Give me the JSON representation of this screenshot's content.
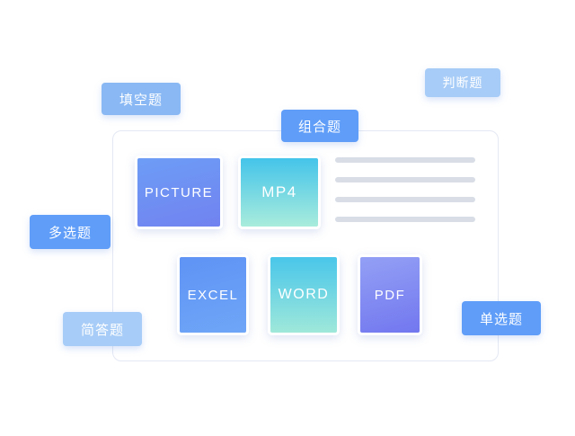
{
  "tags": [
    {
      "id": "fill-blank",
      "label": "填空题",
      "bg": "#89b8f4"
    },
    {
      "id": "judge",
      "label": "判断题",
      "bg": "#a7ccf7"
    },
    {
      "id": "combo",
      "label": "组合题",
      "bg": "#5f9df8"
    },
    {
      "id": "multi-choice",
      "label": "多选题",
      "bg": "#5f9df8"
    },
    {
      "id": "short-answer",
      "label": "简答题",
      "bg": "#a7ccf7"
    },
    {
      "id": "single-choice",
      "label": "单选题",
      "bg": "#5f9df8"
    }
  ],
  "card": {
    "tiles_top": [
      {
        "id": "picture",
        "label": "PICTURE",
        "gradient": "linear-gradient(165deg, #6d9df6 0%, #7182f0 100%)"
      },
      {
        "id": "mp4",
        "label": "MP4",
        "gradient": "linear-gradient(180deg, #44c4ea 0%, #a9ecdc 100%)"
      }
    ],
    "tiles_bottom": [
      {
        "id": "excel",
        "label": "EXCEL",
        "gradient": "linear-gradient(165deg, #5f93f5 0%, #6fa6f7 100%)"
      },
      {
        "id": "word",
        "label": "WORD",
        "gradient": "linear-gradient(180deg, #49c6ea 0%, #9fe8da 100%)"
      },
      {
        "id": "pdf",
        "label": "PDF",
        "gradient": "linear-gradient(165deg, #93a0f5 0%, #7277ef 100%)"
      }
    ],
    "placeholder_line_count": 4
  },
  "colors": {
    "tag_strong_blue": "#5f9df8",
    "tag_medium_blue": "#89b8f4",
    "tag_light_blue": "#a7ccf7",
    "card_border": "#e4e8f3",
    "placeholder_line": "#d8dde6"
  }
}
